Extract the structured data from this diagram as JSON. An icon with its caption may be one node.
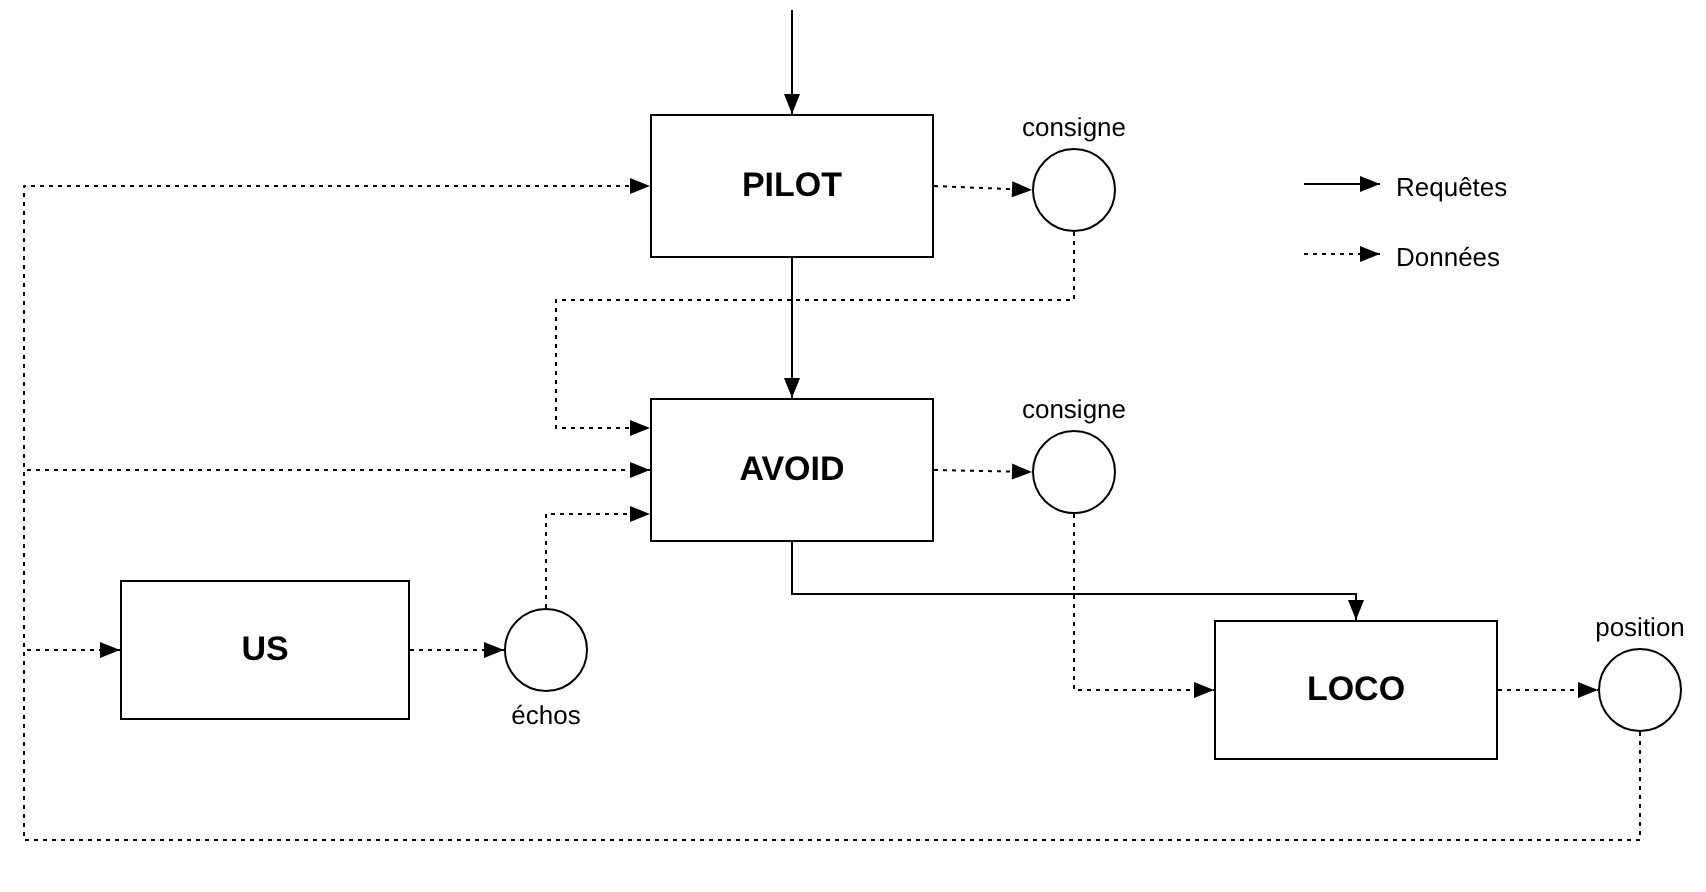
{
  "diagram": {
    "nodes": [
      {
        "text": [
          "PILOT"
        ]
      },
      {
        "text": [],
        "shape": "circle",
        "beside": [
          "consigne"
        ]
      },
      {
        "text": [
          "AVOID"
        ]
      },
      {
        "text": [],
        "shape": "circle",
        "beside": [
          "consigne"
        ]
      },
      {
        "text": [
          "US"
        ]
      },
      {
        "text": [],
        "shape": "circle",
        "beside": [
          "échos"
        ]
      },
      {
        "text": [
          "LOCO"
        ]
      },
      {
        "text": [],
        "shape": "circle",
        "beside": [
          "position"
        ]
      }
    ],
    "edges": [
      {
        "from": null,
        "to": 0,
        "arrow": "to"
      },
      {
        "from": 0,
        "to": 1,
        "arrow": "to",
        "style": "dashed"
      },
      {
        "from": 0,
        "to": 2,
        "arrow": "to"
      },
      {
        "from": 1,
        "to": 2,
        "arrow": "to",
        "style": "dashed"
      },
      {
        "from": 2,
        "to": 3,
        "arrow": "to",
        "style": "dashed"
      },
      {
        "from": 2,
        "to": 6,
        "arrow": "to"
      },
      {
        "from": 3,
        "to": 6,
        "arrow": "to",
        "style": "dashed"
      },
      {
        "from": 4,
        "to": 5,
        "arrow": "to",
        "style": "dashed"
      },
      {
        "from": 5,
        "to": 2,
        "arrow": "to",
        "style": "dashed"
      },
      {
        "from": 6,
        "to": 7,
        "arrow": "to",
        "style": "dashed"
      },
      {
        "from": 7,
        "to": 0,
        "arrow": "to",
        "style": "dashed"
      },
      {
        "from": 7,
        "to": 2,
        "arrow": "to",
        "style": "dashed"
      },
      {
        "from": 7,
        "to": 4,
        "arrow": "to",
        "style": "dashed"
      }
    ],
    "legend": [
      {
        "text": "Requêtes"
      },
      {
        "text": "Données"
      }
    ]
  }
}
